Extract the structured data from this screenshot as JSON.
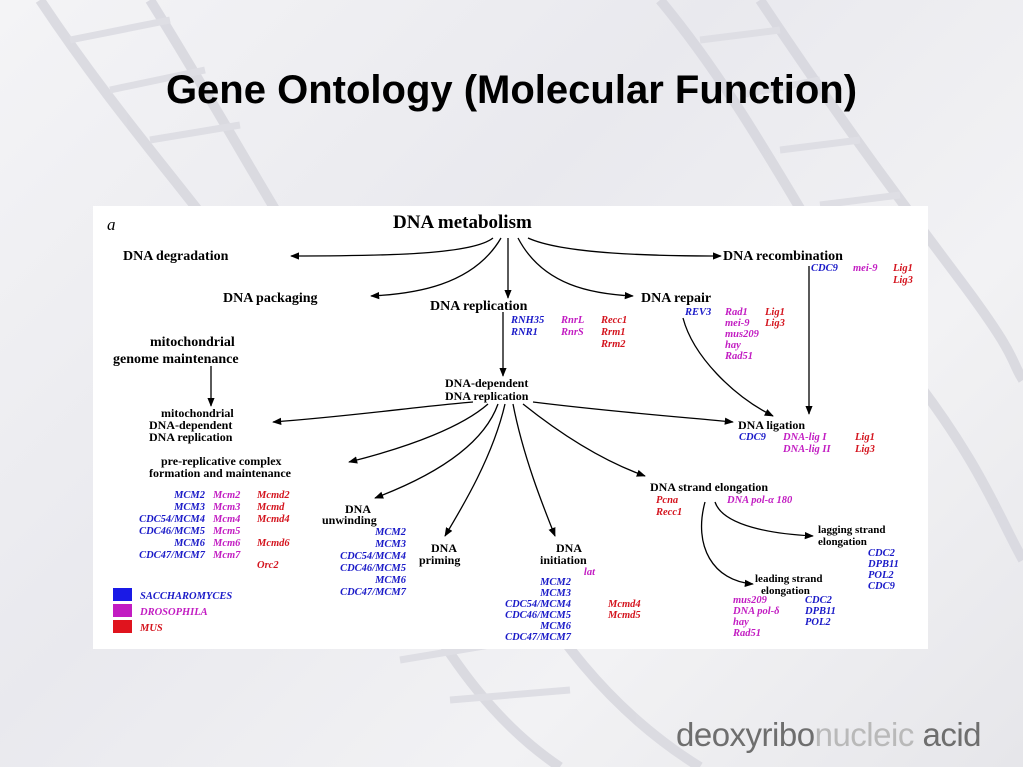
{
  "slide": {
    "title": "Gene Ontology (Molecular Function)",
    "footer": {
      "part1": "deoxyribo",
      "part2": "nucleic",
      "part3": "acid"
    }
  },
  "diagram": {
    "panel_label": "a",
    "nodes": {
      "dna_metabolism": "DNA metabolism",
      "dna_degradation": "DNA degradation",
      "dna_packaging": "DNA packaging",
      "mito_genome_1": "mitochondrial",
      "mito_genome_2": "genome maintenance",
      "dna_replication": "DNA replication",
      "dna_repair": "DNA repair",
      "dna_recombination": "DNA recombination",
      "dep_replication_1": "DNA-dependent",
      "dep_replication_2": "DNA replication",
      "mito_dep_1": "mitochondrial",
      "mito_dep_2": "DNA-dependent",
      "mito_dep_3": "DNA replication",
      "prereplicative_1": "pre-replicative complex",
      "prereplicative_2": "formation and maintenance",
      "dna_unwinding_1": "DNA",
      "dna_unwinding_2": "unwinding",
      "dna_priming_1": "DNA",
      "dna_priming_2": "priming",
      "dna_initiation_1": "DNA",
      "dna_initiation_2": "initiation",
      "dna_ligation": "DNA ligation",
      "strand_elongation": "DNA strand elongation",
      "lagging_1": "lagging strand",
      "lagging_2": "elongation",
      "leading_1": "leading strand",
      "leading_2": "elongation"
    },
    "legend": [
      {
        "label": "SACCHAROMYCES",
        "color": "#1a1ae6"
      },
      {
        "label": "DROSOPHILA",
        "color": "#c21cc2"
      },
      {
        "label": "MUS",
        "color": "#e0141e"
      }
    ],
    "genes": {
      "recombination": {
        "yeast": [
          "CDC9"
        ],
        "fly": [
          "mei-9"
        ],
        "mouse": [
          "Lig1",
          "Lig3"
        ]
      },
      "replication": {
        "yeast": [
          "RNH35",
          "RNR1"
        ],
        "fly": [
          "RnrL",
          "RnrS"
        ],
        "mouse": [
          "Recc1",
          "Rrm1",
          "Rrm2"
        ]
      },
      "repair": {
        "yeast": [
          "REV3"
        ],
        "fly": [
          "Rad1",
          "mei-9",
          "mus209",
          "hay",
          "Rad51"
        ],
        "mouse": [
          "Lig1",
          "Lig3"
        ]
      },
      "ligation": {
        "yeast": [
          "CDC9"
        ],
        "fly": [
          "DNA-lig I",
          "DNA-lig II"
        ],
        "mouse": [
          "Lig1",
          "Lig3"
        ]
      },
      "prereplicative": {
        "yeast": [
          "MCM2",
          "MCM3",
          "CDC54/MCM4",
          "CDC46/MCM5",
          "MCM6",
          "CDC47/MCM7"
        ],
        "fly": [
          "Mcm2",
          "Mcm3",
          "Mcm4",
          "Mcm5",
          "Mcm6",
          "Mcm7"
        ],
        "mouse": [
          "Mcmd2",
          "Mcmd",
          "Mcmd4",
          "Mcmd6",
          "Orc2"
        ]
      },
      "unwinding": {
        "yeast": [
          "MCM2",
          "MCM3",
          "CDC54/MCM4",
          "CDC46/MCM5",
          "MCM6",
          "CDC47/MCM7"
        ]
      },
      "initiation": {
        "yeast": [
          "MCM2",
          "MCM3",
          "CDC54/MCM4",
          "CDC46/MCM5",
          "MCM6",
          "CDC47/MCM7"
        ],
        "fly": [
          "lat"
        ],
        "mouse": [
          "Mcmd4",
          "Mcmd5"
        ]
      },
      "strand_elongation": {
        "fly": [
          "DNA pol-α 180"
        ],
        "mouse": [
          "Pcna",
          "Recc1"
        ]
      },
      "lagging": {
        "yeast": [
          "CDC2",
          "DPB11",
          "POL2",
          "CDC9"
        ]
      },
      "leading": {
        "yeast": [
          "CDC2",
          "DPB11",
          "POL2"
        ],
        "fly": [
          "mus209",
          "DNA pol-δ",
          "hay",
          "Rad51"
        ]
      }
    }
  }
}
